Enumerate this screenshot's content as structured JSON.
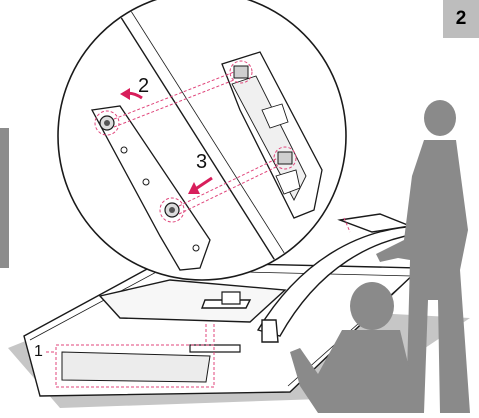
{
  "page": {
    "step_number": "2"
  },
  "callouts": {
    "step_1": "1",
    "step_2": "2",
    "step_3": "3"
  },
  "colors": {
    "guide_line": "#e0457b",
    "arrow": "#d81e5b",
    "silhouette": "#8a8a8a",
    "outline": "#1a1a1a",
    "badge_bg": "#bdbdbd"
  },
  "icons": {
    "rotate_arrow": "curved-arrow-icon",
    "insert_arrow": "straight-arrow-icon"
  }
}
